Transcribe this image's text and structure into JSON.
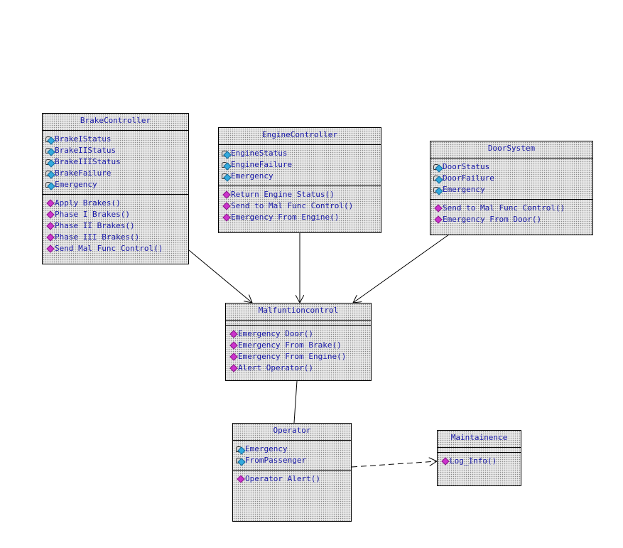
{
  "classes": {
    "brake_controller": {
      "name": "BrakeController",
      "attributes": [
        "BrakeIStatus",
        "BrakeIIStatus",
        "BrakeIIIStatus",
        "BrakeFailure",
        "Emergency"
      ],
      "operations": [
        "Apply Brakes()",
        "Phase I Brakes()",
        "Phase II Brakes()",
        "Phase III Brakes()",
        "Send Mal Func Control()"
      ]
    },
    "engine_controller": {
      "name": "EngineController",
      "attributes": [
        "EngineStatus",
        "EngineFailure",
        "Emergency"
      ],
      "operations": [
        "Return Engine Status()",
        "Send to Mal Func Control()",
        "Emergency From Engine()"
      ]
    },
    "door_system": {
      "name": "DoorSystem",
      "attributes": [
        "DoorStatus",
        "DoorFailure",
        "Emergency"
      ],
      "operations": [
        "Send to Mal Func Control()",
        "Emergency From Door()"
      ]
    },
    "malfunction_control": {
      "name": "Malfuntioncontrol",
      "attributes": [],
      "operations": [
        "Emergency Door()",
        "Emergency From Brake()",
        "Emergency From Engine()",
        "Alert Operator()"
      ]
    },
    "operator": {
      "name": "Operator",
      "attributes": [
        "Emergency",
        "FromPassenger"
      ],
      "operations": [
        "Operator Alert()"
      ]
    },
    "maintainence": {
      "name": "Maintainence",
      "attributes": [],
      "operations": [
        "Log_Info()"
      ]
    }
  },
  "colors": {
    "text": "#1a1aa8",
    "attribute_icon": "#33aadd",
    "operation_icon": "#cc33cc",
    "line": "#000000"
  }
}
